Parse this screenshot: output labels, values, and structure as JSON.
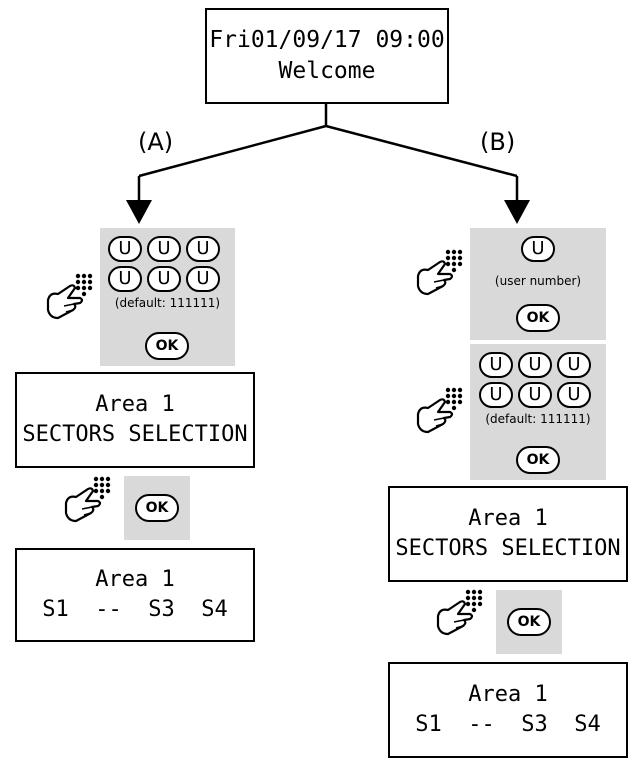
{
  "top_display": {
    "line1": "Fri01/09/17 09:00",
    "line2": "Welcome"
  },
  "branches": {
    "a": "(A)",
    "b": "(B)"
  },
  "key_labels": {
    "user": "U",
    "ok": "OK"
  },
  "notes": {
    "default_code": "(default: 111111)",
    "user_number": "(user number)"
  },
  "branch_a": {
    "display_1": {
      "line1": "Area 1",
      "line2": "SECTORS SELECTION"
    },
    "display_2": {
      "line1": "Area 1",
      "line2": "S1  --  S3  S4"
    }
  },
  "branch_b": {
    "display_1": {
      "line1": "Area 1",
      "line2": "SECTORS SELECTION"
    },
    "display_2": {
      "line1": "Area 1",
      "line2": "S1  --  S3  S4"
    }
  },
  "icons": [
    "hand-keypad-icon",
    "arrow-down-icon"
  ],
  "colors": {
    "panel_gray": "#d9d9d9",
    "line": "#000000"
  }
}
